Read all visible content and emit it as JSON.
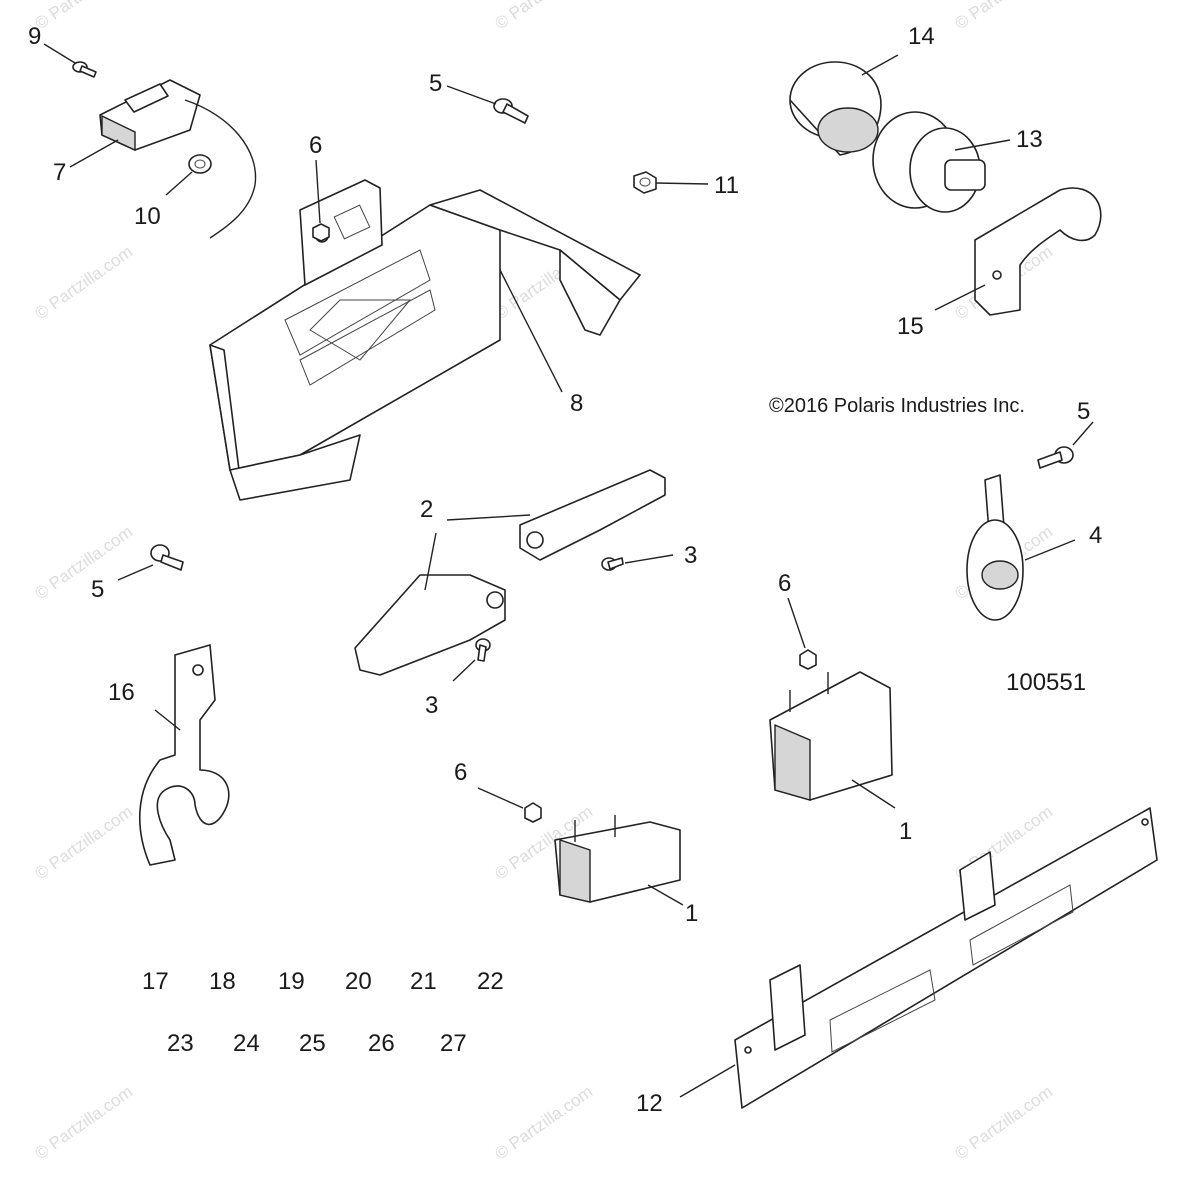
{
  "copyright": "©2016  Polaris Industries Inc.",
  "diagram_id": "100551",
  "watermark": "© Partzilla.com",
  "callouts": {
    "c1a": "1",
    "c1b": "1",
    "c2": "2",
    "c3a": "3",
    "c3b": "3",
    "c4": "4",
    "c5a": "5",
    "c5b": "5",
    "c5c": "5",
    "c6a": "6",
    "c6b": "6",
    "c6c": "6",
    "c7": "7",
    "c8": "8",
    "c9": "9",
    "c10": "10",
    "c11": "11",
    "c12": "12",
    "c13": "13",
    "c14": "14",
    "c15": "15",
    "c16": "16"
  },
  "parts_list": {
    "row1": [
      "17",
      "18",
      "19",
      "20",
      "21",
      "22"
    ],
    "row2": [
      "23",
      "24",
      "25",
      "26",
      "27"
    ]
  }
}
